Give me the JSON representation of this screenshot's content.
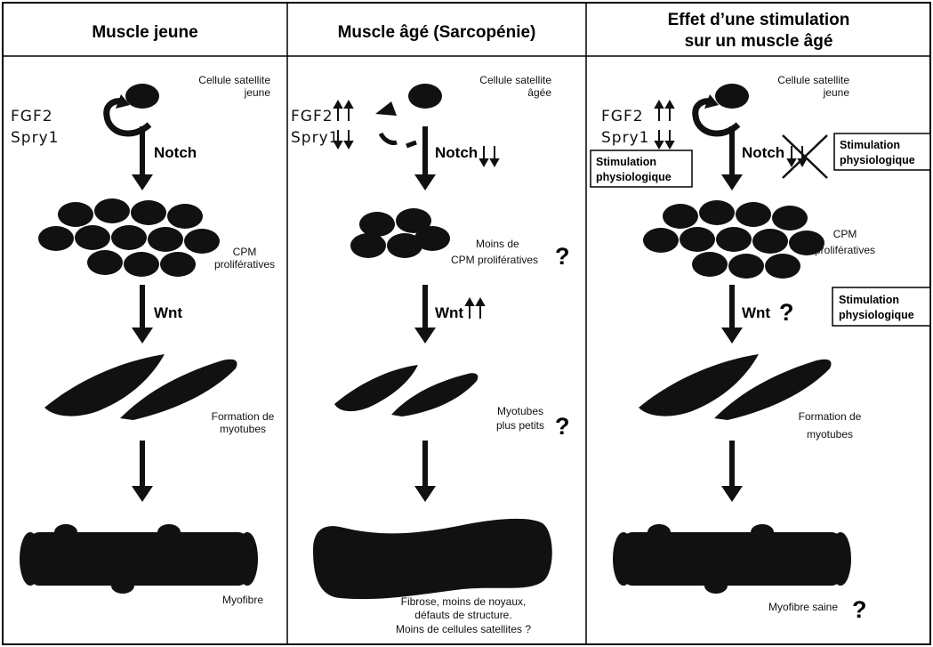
{
  "columns": [
    {
      "header": [
        "Muscle jeune"
      ],
      "satellite_label": [
        "Cellule satellite",
        "jeune"
      ],
      "fgf2": "FGF2",
      "spry1": "Spry1",
      "notch": "Notch",
      "cpm_label": [
        "CPM",
        "prolifératives"
      ],
      "wnt": "Wnt",
      "myotube_label": [
        "Formation de",
        "myotubes"
      ],
      "myofibre_label": [
        "Myofibre"
      ]
    },
    {
      "header": [
        "Muscle âgé (Sarcopénie)"
      ],
      "satellite_label": [
        "Cellule satellite",
        "âgée"
      ],
      "fgf2": "FGF2",
      "spry1": "Spry1",
      "notch": "Notch",
      "cpm_label": [
        "Moins de",
        "CPM prolifératives"
      ],
      "cpm_question": "?",
      "wnt": "Wnt",
      "myotube_label": [
        "Myotubes",
        "plus petits"
      ],
      "myotube_question": "?",
      "myofibre_label": [
        "Fibrose, moins de noyaux,",
        "défauts de structure.",
        "Moins de cellules satellites ?"
      ]
    },
    {
      "header": [
        "Effet d’une stimulation",
        "sur un muscle âgé"
      ],
      "satellite_label": [
        "Cellule satellite",
        "jeune"
      ],
      "fgf2": "FGF2",
      "spry1": "Spry1",
      "notch": "Notch",
      "stim_box_left": [
        "Stimulation",
        "physiologique"
      ],
      "stim_box_right": [
        "Stimulation",
        "physiologique"
      ],
      "cpm_label": [
        "CPM",
        "prolifératives"
      ],
      "wnt": "Wnt",
      "wnt_question": "?",
      "stim_box_wnt": [
        "Stimulation",
        "physiologique"
      ],
      "myotube_label": [
        "Formation de",
        "myotubes"
      ],
      "myofibre_label": [
        "Myofibre saine"
      ],
      "myofibre_question": "?"
    }
  ]
}
